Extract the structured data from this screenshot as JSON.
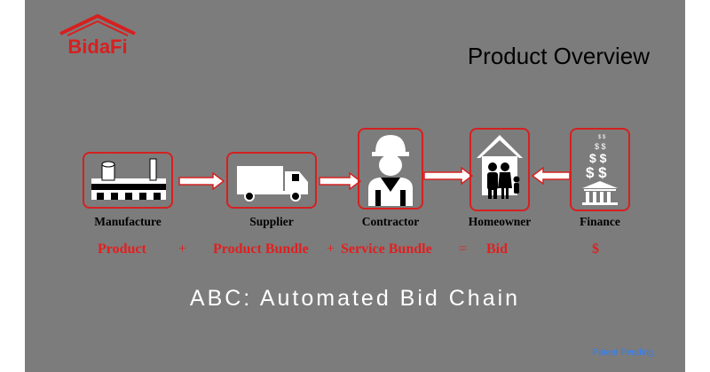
{
  "logo": {
    "text": "BidaFi"
  },
  "title": "Product Overview",
  "nodes": [
    {
      "label": "Manufacture",
      "icon": "factory-icon"
    },
    {
      "label": "Supplier",
      "icon": "truck-icon"
    },
    {
      "label": "Contractor",
      "icon": "worker-icon"
    },
    {
      "label": "Homeowner",
      "icon": "family-house-icon"
    },
    {
      "label": "Finance",
      "icon": "bank-money-icon"
    }
  ],
  "equation": {
    "product": "Product",
    "plus1": "+",
    "product_bundle": "Product Bundle",
    "plus2": "+",
    "service_bundle": "Service Bundle",
    "equals": "=",
    "bid": "Bid",
    "dollar": "$"
  },
  "tagline": "ABC: Automated Bid Chain",
  "footer": "Patent Pending",
  "colors": {
    "background": "#7c7c7c",
    "accent": "#e21f1f",
    "footer": "#2a7fff",
    "tagline": "#ffffff"
  }
}
